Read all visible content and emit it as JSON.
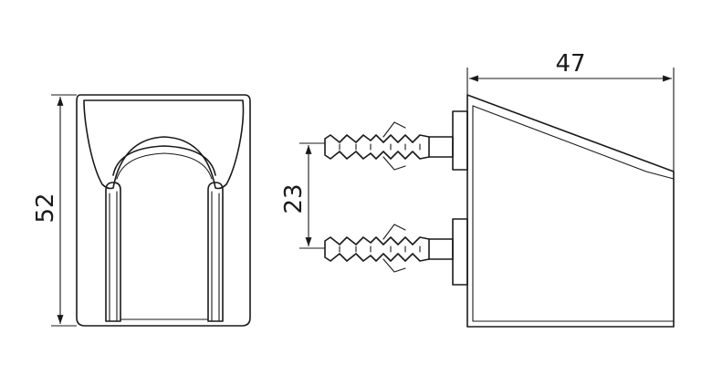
{
  "dimensions": {
    "height": "52",
    "anchor_spacing": "23",
    "depth": "47"
  },
  "colors": {
    "line": "#1a1a1a",
    "background": "#ffffff"
  }
}
